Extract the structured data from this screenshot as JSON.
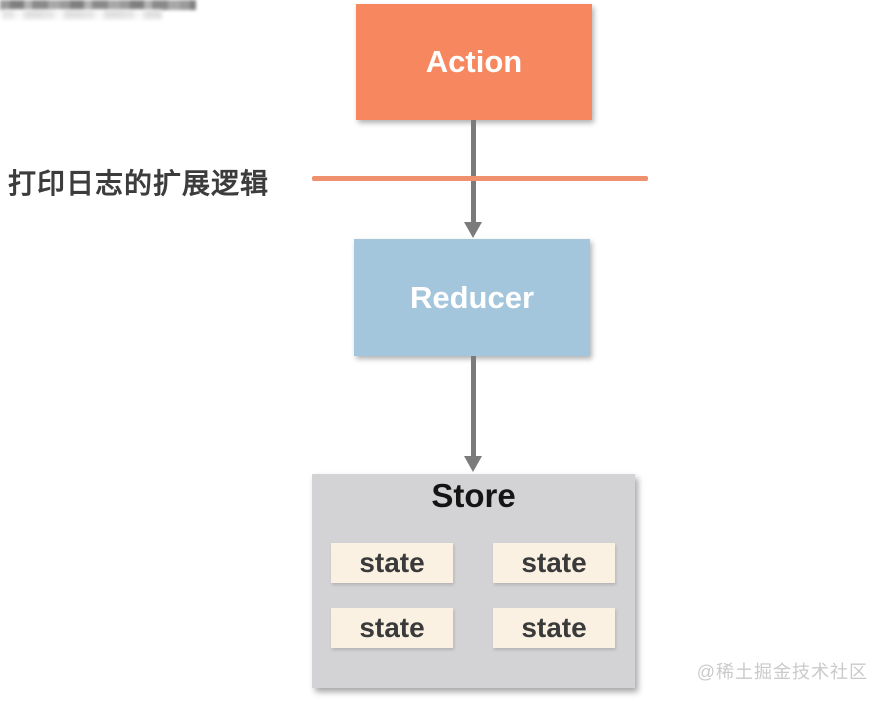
{
  "diagram": {
    "annotation": "打印日志的扩展逻辑",
    "nodes": {
      "action": {
        "label": "Action"
      },
      "reducer": {
        "label": "Reducer"
      },
      "store": {
        "label": "Store"
      }
    },
    "state_items": [
      "state",
      "state",
      "state",
      "state"
    ],
    "flow": [
      "Action",
      "Reducer",
      "Store"
    ]
  },
  "colors": {
    "action-bg": "#F7875F",
    "reducer-bg": "#A3C6DC",
    "store-bg": "#D3D3D5",
    "state-bg": "#FAF1E2",
    "divider": "#F0916E",
    "arrow": "#7B7B7B",
    "annotation-text": "#3C3C3C",
    "watermark-text": "#C9CACB"
  },
  "watermark": {
    "text": "@稀土掘金技术社区"
  }
}
